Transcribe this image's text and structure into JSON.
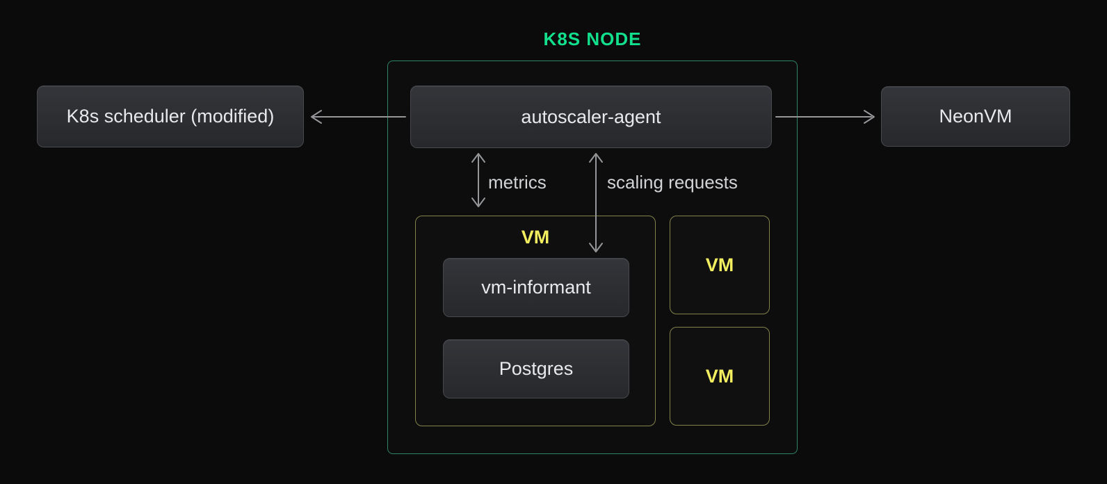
{
  "title": "K8S NODE",
  "colors": {
    "background": "#0b0b0c",
    "node_border_green": "#2f8565",
    "title_green": "#12e08c",
    "vm_border": "#85814a",
    "vm_label": "#f2ee60",
    "arrow": "#96979a",
    "box_text": "#e8e9ea",
    "edge_label": "#d2d3d5"
  },
  "nodes": {
    "scheduler": {
      "label": "K8s scheduler (modified)"
    },
    "autoscaler_agent": {
      "label": "autoscaler-agent"
    },
    "neonvm": {
      "label": "NeonVM"
    },
    "vm_main": {
      "label": "VM"
    },
    "vm_informant": {
      "label": "vm-informant"
    },
    "postgres": {
      "label": "Postgres"
    },
    "vm_small_top": {
      "label": "VM"
    },
    "vm_small_bottom": {
      "label": "VM"
    }
  },
  "edges": {
    "metrics": {
      "label": "metrics"
    },
    "scaling_requests": {
      "label": "scaling requests"
    }
  }
}
